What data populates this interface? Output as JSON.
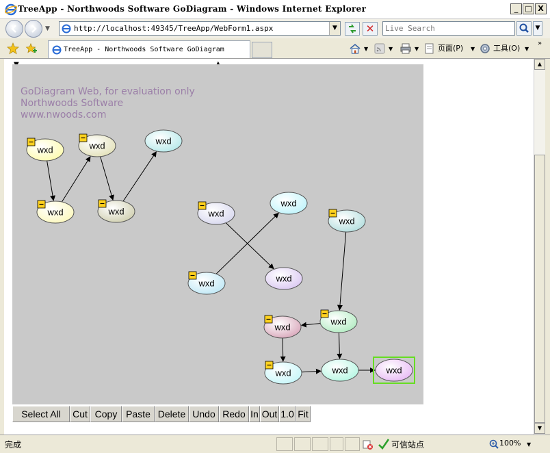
{
  "window": {
    "title": "TreeApp - Northwoods Software GoDiagram - Windows Internet Explorer",
    "minimize": "_",
    "restore": "□",
    "close": "X"
  },
  "nav": {
    "address": "http://localhost:49345/TreeApp/WebForm1.aspx",
    "search_placeholder": "Live Search"
  },
  "tabs": {
    "active": "TreeApp - Northwoods Software GoDiagram"
  },
  "commandbar": {
    "page": "页面(P)",
    "tools": "工具(O)"
  },
  "diagram": {
    "eval_lines": [
      "GoDiagram Web, for evaluation only",
      "Northwoods Software",
      "www.nwoods.com"
    ],
    "node_label": "wxd",
    "node_colors": [
      "#fefbae",
      "#e3e1b9",
      "#b7e9ea",
      "#fcf8bd",
      "#d0cfb0",
      "#d7d7ee",
      "#bff4fb",
      "#b3dede",
      "#bfe8f6",
      "#dbc9f2",
      "#d9a8bb",
      "#b3ecc2",
      "#c6f6f9",
      "#b6f7e3",
      "#e8baf4"
    ]
  },
  "toolbar": {
    "buttons": [
      "Select All",
      "Cut",
      "Copy",
      "Paste",
      "Delete",
      "Undo",
      "Redo",
      "In",
      "Out",
      "1.0",
      "Fit"
    ]
  },
  "status": {
    "text": "完成",
    "zone": "可信站点",
    "zoom": "100%"
  }
}
